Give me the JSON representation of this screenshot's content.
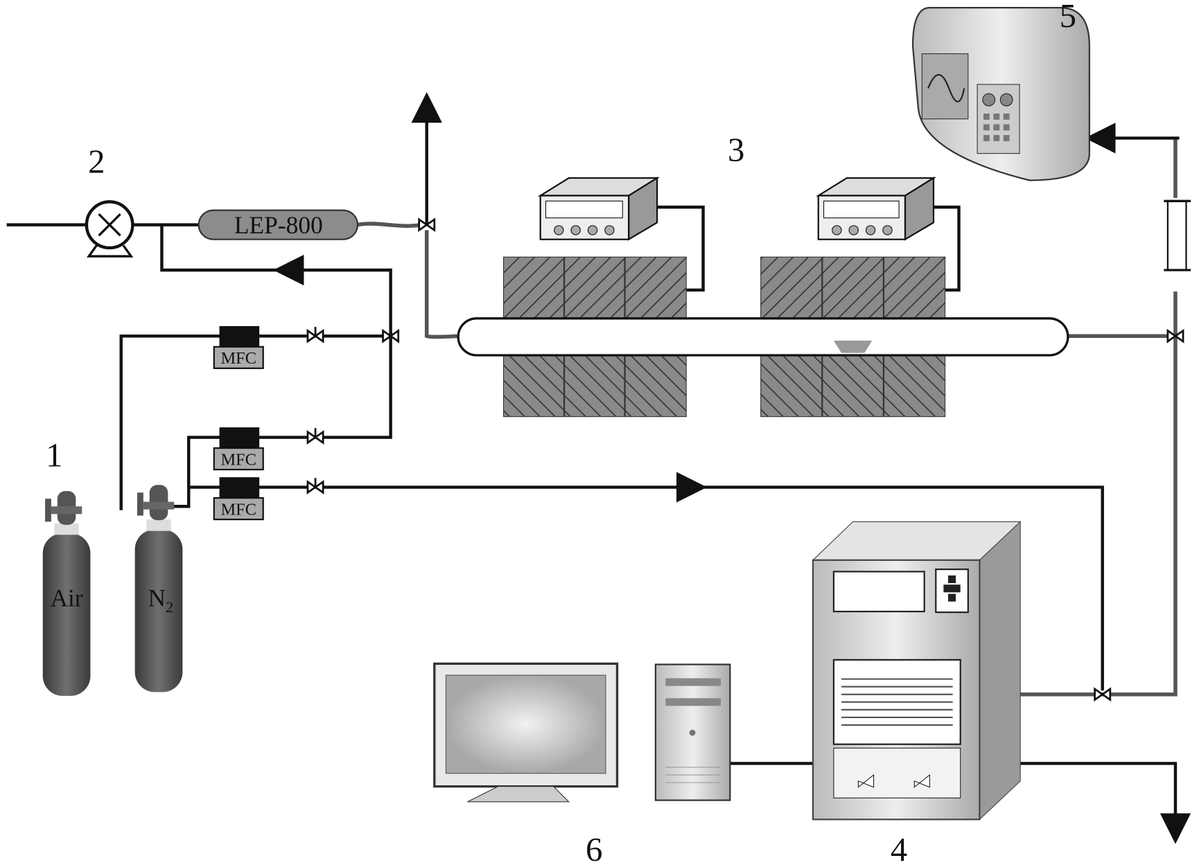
{
  "labels": {
    "n1": "1",
    "n2": "2",
    "n3": "3",
    "n4": "4",
    "n5": "5",
    "n6": "6"
  },
  "components": {
    "filter_label": "LEP-800",
    "mfc_label": "MFC",
    "air_label": "Air",
    "n2_label": "N",
    "n2_sub": "2"
  },
  "colors": {
    "line": "#111111",
    "cylinder": "#555555",
    "furnace": "#6e6e6e",
    "device": "#d0d0d0"
  }
}
